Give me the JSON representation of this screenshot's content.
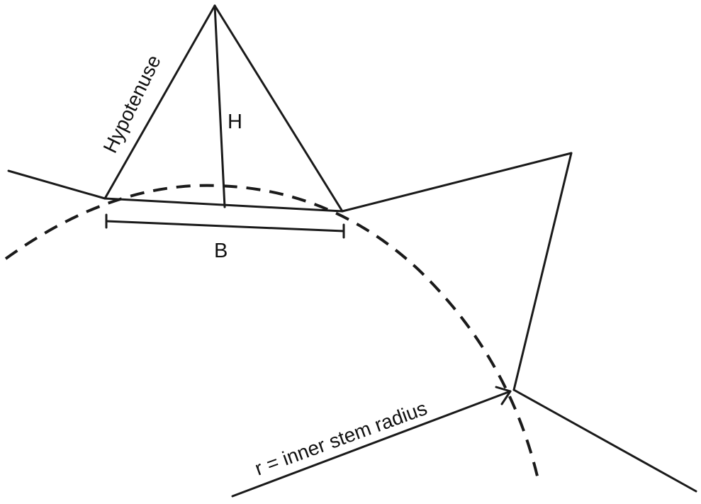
{
  "labels": {
    "hypotenuse": "Hypotenuse",
    "height": "H",
    "base": "B",
    "radius": "r = inner stem radius"
  },
  "colors": {
    "stroke": "#1a1a1a",
    "background": "#ffffff"
  }
}
